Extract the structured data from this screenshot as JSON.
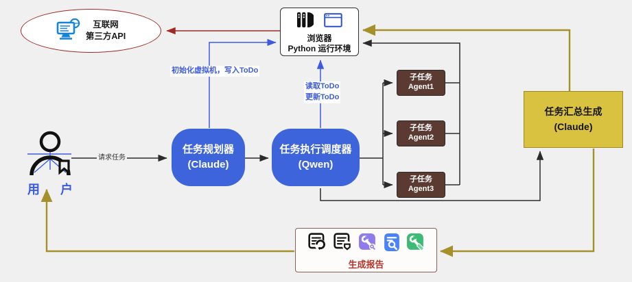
{
  "colors": {
    "background": "#f0f0f0",
    "accent_blue": "#3d64db",
    "connector_blue": "#3c5be0",
    "agent_brown": "#5b3a32",
    "summary_yellow": "#d9c23f",
    "connector_gold": "#a5902c",
    "api_red": "#9e2b25",
    "report_red": "#b5342c",
    "line_black": "#2b2b2b"
  },
  "api_ellipse": {
    "line1": "互联网",
    "line2": "第三方API",
    "icon": "internet-computer-icon"
  },
  "browser_box": {
    "line1": "浏览器",
    "line2": "Python 运行环境",
    "icons": [
      "server-icon",
      "browser-window-icon"
    ]
  },
  "user": {
    "char1": "用",
    "char2": "户",
    "icon": "person-icon"
  },
  "edge_labels": {
    "request_task": "请求任务",
    "init_vm_write_todo": "初始化虚拟机，写入ToDo",
    "read_todo": "读取ToDo",
    "update_todo": "更新ToDo"
  },
  "planner": {
    "line1": "任务规划器",
    "line2": "(Claude)"
  },
  "scheduler": {
    "line1": "任务执行调度器",
    "line2": "(Qwen)"
  },
  "agents": [
    {
      "line1": "子任务",
      "line2": "Agent1"
    },
    {
      "line1": "子任务",
      "line2": "Agent2"
    },
    {
      "line1": "子任务",
      "line2": "Agent3"
    }
  ],
  "summary_box": {
    "line1": "任务汇总生成",
    "line2": "(Claude)"
  },
  "report_box": {
    "label": "生成报告",
    "icons": [
      "doc-sync-icon",
      "doc-edit-icon",
      "purple-tool-search-icon",
      "blue-file-search-icon",
      "green-tool-edit-icon"
    ]
  }
}
